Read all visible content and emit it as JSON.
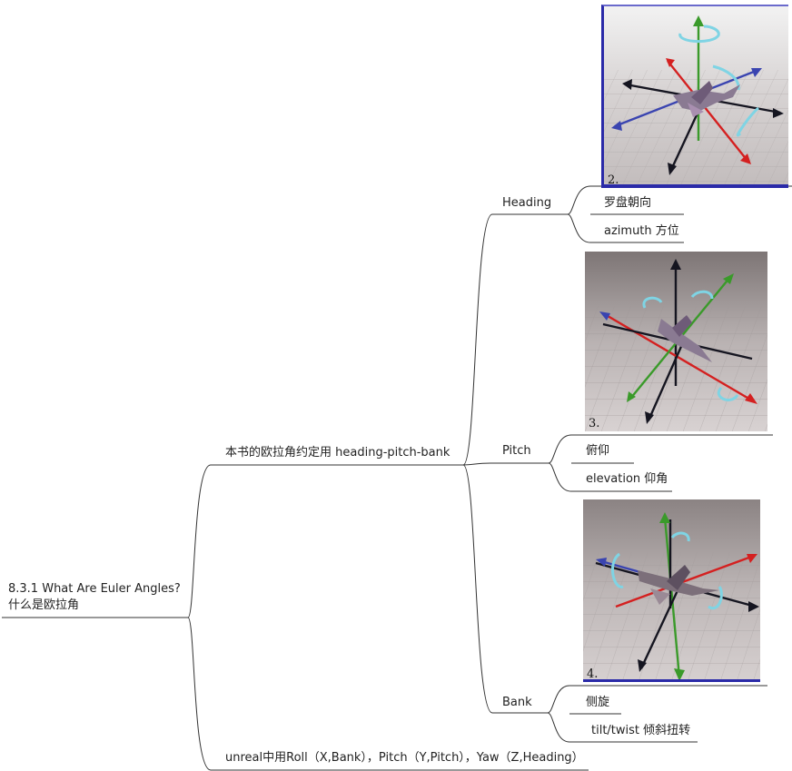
{
  "root": {
    "title_line1": "8.3.1 What Are Euler Angles?",
    "title_line2": "什么是欧拉角"
  },
  "branches": {
    "convention": "本书的欧拉角约定用 heading-pitch-bank",
    "unreal": "unreal中用Roll（X,Bank），Pitch（Y,Pitch），Yaw（Z,Heading）"
  },
  "angles": {
    "heading": {
      "label": "Heading",
      "items": [
        "罗盘朝向",
        "azimuth 方位"
      ],
      "figure_label": "2."
    },
    "pitch": {
      "label": "Pitch",
      "items": [
        "俯仰",
        "elevation 仰角"
      ],
      "figure_label": "3."
    },
    "bank": {
      "label": "Bank",
      "items": [
        "侧旋",
        "tilt/twist 倾斜扭转"
      ],
      "figure_label": "4."
    }
  },
  "colors": {
    "line": "#333333",
    "axis_red": "#d42020",
    "axis_green": "#3a9a2a",
    "axis_blue": "#3a44b0",
    "axis_black": "#151520",
    "rotation_arrow": "#7fd4e4",
    "figure_frame": "#2a2aa8"
  }
}
